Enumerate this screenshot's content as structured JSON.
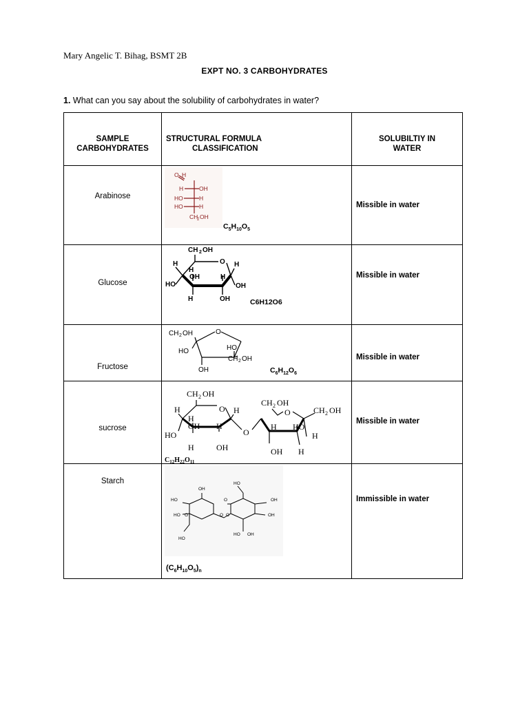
{
  "author": "Mary Angelic T. Bihag, BSMT 2B",
  "title": "EXPT NO. 3 CARBOHYDRATES",
  "question": {
    "number": "1.",
    "text": " What can you say about the solubility of carbohydrates in water?"
  },
  "table": {
    "headers": {
      "sample_line1": "SAMPLE",
      "sample_line2": "CARBOHYDRATES",
      "structure_line1": "STRUCTURAL FORMULA",
      "structure_line2": "CLASSIFICATION",
      "solubility_line1": "SOLUBILTIY IN",
      "solubility_line2": "WATER"
    },
    "rows": [
      {
        "name": "Arabinose",
        "solubility": "Missible in water"
      },
      {
        "name": "Glucose",
        "solubility": "Missible in water",
        "formula": "C6H12O6"
      },
      {
        "name": "Fructose",
        "solubility": "Missible in water"
      },
      {
        "name": "sucrose",
        "solubility": "Missible in water"
      },
      {
        "name": "Starch",
        "solubility": "Immissible in water"
      }
    ]
  }
}
